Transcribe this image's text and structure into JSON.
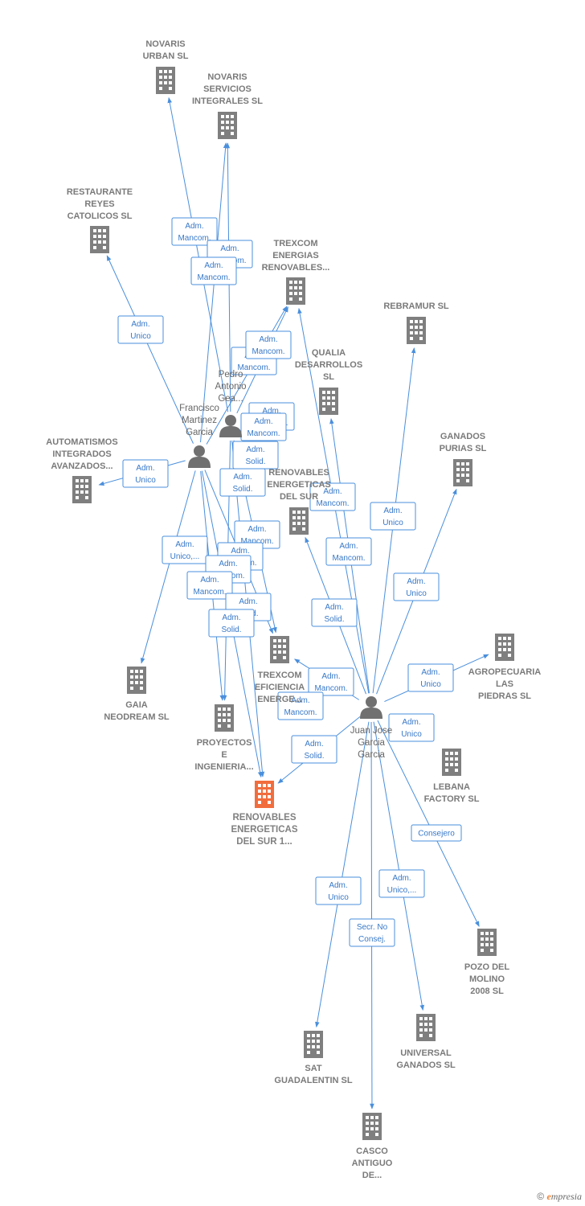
{
  "colors": {
    "edge": "#4a8fdc",
    "company": "#7f7f7f",
    "main": "#f26d3d",
    "person": "#707070"
  },
  "companies": [
    {
      "id": "novaris_urban",
      "lines": [
        "NOVARIS",
        "URBAN  SL"
      ],
      "icon": "building-icon"
    },
    {
      "id": "novaris_serv",
      "lines": [
        "NOVARIS",
        "SERVICIOS",
        "INTEGRALES SL"
      ],
      "icon": "building-icon"
    },
    {
      "id": "restaurante",
      "lines": [
        "RESTAURANTE",
        "REYES",
        "CATOLICOS SL"
      ],
      "icon": "building-icon"
    },
    {
      "id": "trexcom_ren",
      "lines": [
        "TREXCOM",
        "ENERGIAS",
        "RENOVABLES..."
      ],
      "icon": "building-icon"
    },
    {
      "id": "rebramur",
      "lines": [
        "REBRAMUR  SL"
      ],
      "icon": "building-icon"
    },
    {
      "id": "qualia",
      "lines": [
        "QUALIA",
        "DESARROLLOS",
        "SL"
      ],
      "icon": "building-icon"
    },
    {
      "id": "ganados",
      "lines": [
        "GANADOS",
        "PURIAS SL"
      ],
      "icon": "building-icon"
    },
    {
      "id": "automatismos",
      "lines": [
        "AUTOMATISMOS",
        "INTEGRADOS",
        "AVANZADOS..."
      ],
      "icon": "building-icon"
    },
    {
      "id": "renov_sur",
      "lines": [
        "RENOVABLES",
        "ENERGETICAS",
        "DEL SUR"
      ],
      "icon": "building-icon"
    },
    {
      "id": "trexcom_ef",
      "lines": [
        "TREXCOM",
        "EFICIENCIA",
        "ENERGE..."
      ],
      "icon": "building-icon"
    },
    {
      "id": "agropecuaria",
      "lines": [
        "AGROPECUARIA",
        "LAS",
        "PIEDRAS  SL"
      ],
      "icon": "building-icon"
    },
    {
      "id": "gaia",
      "lines": [
        "GAIA",
        "NEODREAM  SL"
      ],
      "icon": "building-icon"
    },
    {
      "id": "proyectos",
      "lines": [
        "PROYECTOS",
        "E",
        "INGENIERIA..."
      ],
      "icon": "building-icon"
    },
    {
      "id": "lebana",
      "lines": [
        "LEBANA",
        "FACTORY  SL"
      ],
      "icon": "building-icon"
    },
    {
      "id": "main",
      "lines": [
        "RENOVABLES",
        "ENERGETICAS",
        "DEL SUR 1..."
      ],
      "icon": "building-icon",
      "main": true
    },
    {
      "id": "pozo",
      "lines": [
        "POZO DEL",
        "MOLINO",
        "2008 SL"
      ],
      "icon": "building-icon"
    },
    {
      "id": "sat",
      "lines": [
        "SAT",
        "GUADALENTIN SL"
      ],
      "icon": "building-icon"
    },
    {
      "id": "universal",
      "lines": [
        "UNIVERSAL",
        "GANADOS SL"
      ],
      "icon": "building-icon"
    },
    {
      "id": "casco",
      "lines": [
        "CASCO",
        "ANTIGUO",
        "DE..."
      ],
      "icon": "building-icon"
    }
  ],
  "people": [
    {
      "id": "pedro",
      "lines": [
        "Pedro",
        "Antonio",
        "Gea..."
      ],
      "icon": "person-icon"
    },
    {
      "id": "francisco",
      "lines": [
        "Francisco",
        "Martinez",
        "Garcia"
      ],
      "icon": "person-icon"
    },
    {
      "id": "juan",
      "lines": [
        "Juan Jose",
        "Garcia",
        "Garcia"
      ],
      "icon": "person-icon"
    }
  ],
  "tags": [
    {
      "id": "t1",
      "lines": [
        "Adm.",
        "Mancom."
      ]
    },
    {
      "id": "t2",
      "lines": [
        "Adm.",
        "Mancom."
      ]
    },
    {
      "id": "t3",
      "lines": [
        "Adm.",
        "Mancom."
      ]
    },
    {
      "id": "t4",
      "lines": [
        "Adm.",
        "Unico"
      ]
    },
    {
      "id": "t5",
      "lines": [
        "Adm.",
        "Mancom."
      ]
    },
    {
      "id": "t6",
      "lines": [
        "Adm.",
        "Mancom."
      ]
    },
    {
      "id": "t7",
      "lines": [
        "Adm.",
        "Mancom."
      ]
    },
    {
      "id": "t8",
      "lines": [
        "Adm.",
        "Mancom."
      ]
    },
    {
      "id": "t9",
      "lines": [
        "Adm.",
        "Solid."
      ]
    },
    {
      "id": "t10",
      "lines": [
        "Adm.",
        "Unico"
      ]
    },
    {
      "id": "t11",
      "lines": [
        "Adm.",
        "Solid."
      ]
    },
    {
      "id": "t12",
      "lines": [
        "Adm.",
        "Mancom."
      ]
    },
    {
      "id": "t13",
      "lines": [
        "Adm.",
        "Unico"
      ]
    },
    {
      "id": "t14",
      "lines": [
        "Adm.",
        "Unico,..."
      ]
    },
    {
      "id": "t15",
      "lines": [
        "Adm.",
        "Mancom."
      ]
    },
    {
      "id": "t16",
      "lines": [
        "Adm.",
        "Mancom."
      ]
    },
    {
      "id": "t17",
      "lines": [
        "Adm.",
        "Mancom."
      ]
    },
    {
      "id": "t18",
      "lines": [
        "Adm.",
        "Mancom."
      ]
    },
    {
      "id": "t19",
      "lines": [
        "Adm.",
        "Unico"
      ]
    },
    {
      "id": "t20",
      "lines": [
        "Adm.",
        "Solid."
      ]
    },
    {
      "id": "t21",
      "lines": [
        "Adm.",
        "Solid."
      ]
    },
    {
      "id": "t22",
      "lines": [
        "Adm.",
        "Solid."
      ]
    },
    {
      "id": "t23",
      "lines": [
        "Adm.",
        "Unico"
      ]
    },
    {
      "id": "t24",
      "lines": [
        "Adm.",
        "Mancom."
      ]
    },
    {
      "id": "t25",
      "lines": [
        "Adm.",
        "Mancom."
      ]
    },
    {
      "id": "t26",
      "lines": [
        "Adm.",
        "Solid."
      ]
    },
    {
      "id": "t27",
      "lines": [
        "Adm.",
        "Unico"
      ]
    },
    {
      "id": "t28",
      "lines": [
        "Consejero"
      ]
    },
    {
      "id": "t29",
      "lines": [
        "Adm.",
        "Unico"
      ]
    },
    {
      "id": "t30",
      "lines": [
        "Adm.",
        "Unico,..."
      ]
    },
    {
      "id": "t31",
      "lines": [
        "Secr.  No",
        "Consej."
      ]
    },
    {
      "id": "t32",
      "lines": [
        "Adm.",
        "Mancom."
      ]
    }
  ],
  "footer": {
    "copyright": "©",
    "brand_first": "e",
    "brand_rest": "mpresia"
  }
}
